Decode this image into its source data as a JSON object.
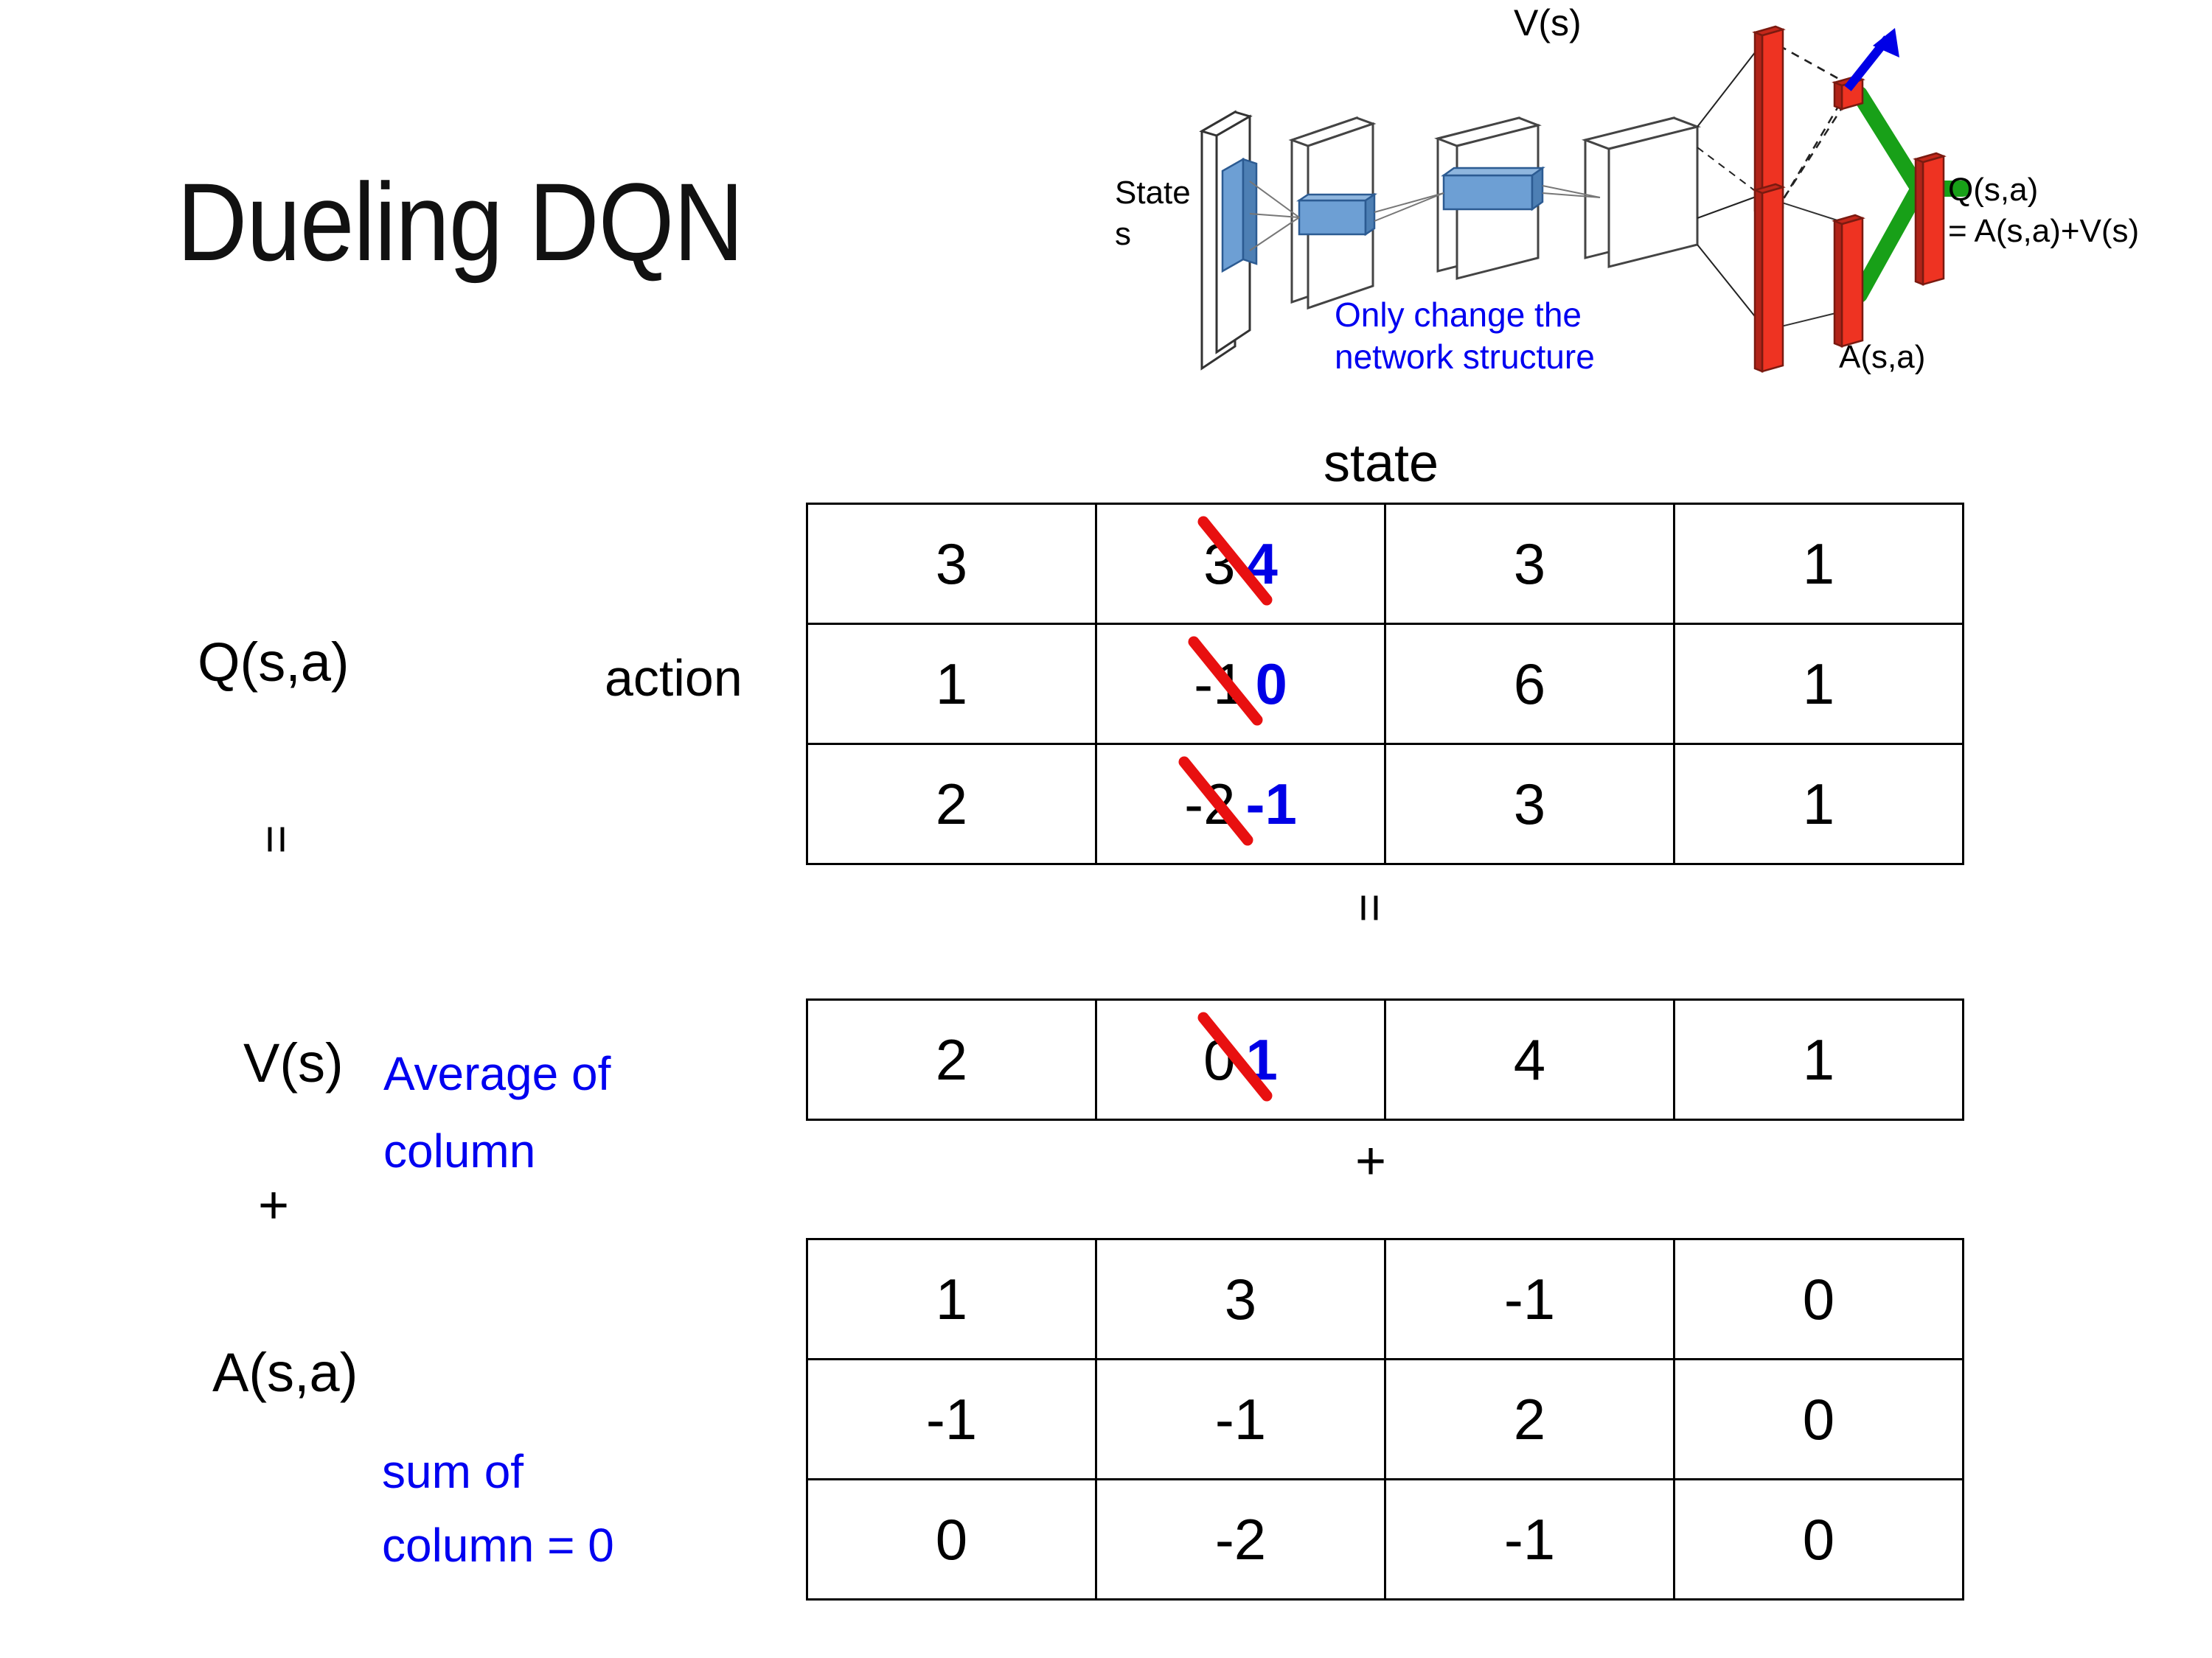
{
  "slide": {
    "title": "Dueling DQN"
  },
  "diagram": {
    "state_label": "State",
    "state_sub": "s",
    "value_output_label": "V(s)",
    "advantage_output_label": "A(s,a)",
    "q_output_label": "Q(s,a)",
    "q_output_equation": "= A(s,a)+V(s)",
    "note_line_1": "Only change the",
    "note_line_2": "network structure",
    "colors": {
      "note_blue": "#0000f0",
      "bar_red": "#ee3322",
      "merge_green": "#18a018",
      "arrow_blue": "#0000e6",
      "filter_blue": "#6d9fd4"
    }
  },
  "labels": {
    "q_function": "Q(s,a)",
    "v_function": "V(s)",
    "a_function": "A(s,a)",
    "action_axis": "action",
    "state_axis": "state",
    "equals_left": "=",
    "equals_center": "=",
    "plus_left": "+",
    "plus_center": "+"
  },
  "notes": {
    "average_line_1": "Average of",
    "average_line_2": "column",
    "sum_line_1": "sum of",
    "sum_line_2": "column = 0",
    "blue": "#0000f0"
  },
  "chart_data": {
    "type": "table",
    "title": "Dueling DQN decomposition Q(s,a) = V(s) + A(s,a)",
    "xlabel": "state",
    "ylabel": "action",
    "tables": [
      {
        "name": "Q(s,a)",
        "rows": [
          [
            "3",
            "3",
            "3",
            "1"
          ],
          [
            "1",
            "-1",
            "6",
            "1"
          ],
          [
            "2",
            "-2",
            "3",
            "1"
          ]
        ],
        "edits": [
          {
            "row": 0,
            "col": 1,
            "old": "3",
            "new": "4"
          },
          {
            "row": 1,
            "col": 1,
            "old": "-1",
            "new": "0"
          },
          {
            "row": 2,
            "col": 1,
            "old": "-2",
            "new": "-1"
          }
        ]
      },
      {
        "name": "V(s)",
        "rows": [
          [
            "2",
            "0",
            "4",
            "1"
          ]
        ],
        "edits": [
          {
            "row": 0,
            "col": 1,
            "old": "0",
            "new": "1"
          }
        ]
      },
      {
        "name": "A(s,a)",
        "rows": [
          [
            "1",
            "3",
            "-1",
            "0"
          ],
          [
            "-1",
            "-1",
            "2",
            "0"
          ],
          [
            "0",
            "-2",
            "-1",
            "0"
          ]
        ],
        "edits": []
      }
    ],
    "edit_colors": {
      "strike": "#e81010",
      "new_value": "#0000e6"
    }
  }
}
